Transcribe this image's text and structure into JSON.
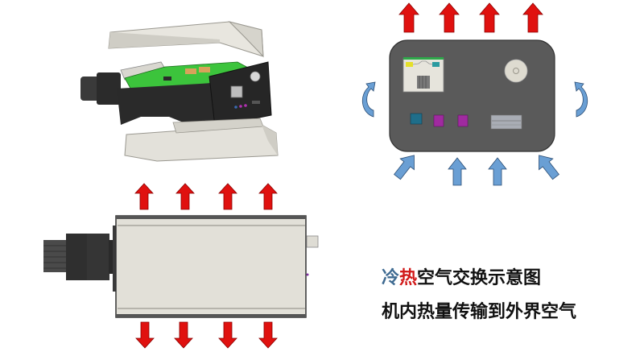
{
  "caption": {
    "line1": {
      "cold": "冷",
      "hot": "热",
      "rest": "空气交换示意图"
    },
    "line2": "机内热量传输到外界空气"
  },
  "colors": {
    "hot_arrow": "#e0110f",
    "cool_arrow": "#6a9fd4",
    "panel": "#5a5a5a",
    "housing": "#dedcd4",
    "pcb": "#32c832",
    "cold_text": "#3e6a91",
    "hot_text": "#d11a1a"
  },
  "figures": {
    "exploded_view": {
      "label": "camera-exploded-view"
    },
    "rear_panel": {
      "hot_arrows_up": 4,
      "cool_arrows_in": 4,
      "curved_arrows": 2,
      "ports": [
        "rj45",
        "bnc",
        "blue-jack",
        "magenta-jack-1",
        "magenta-jack-2",
        "terminal-block"
      ]
    },
    "side_view": {
      "hot_arrows_up": 4,
      "hot_arrows_down": 4
    }
  }
}
